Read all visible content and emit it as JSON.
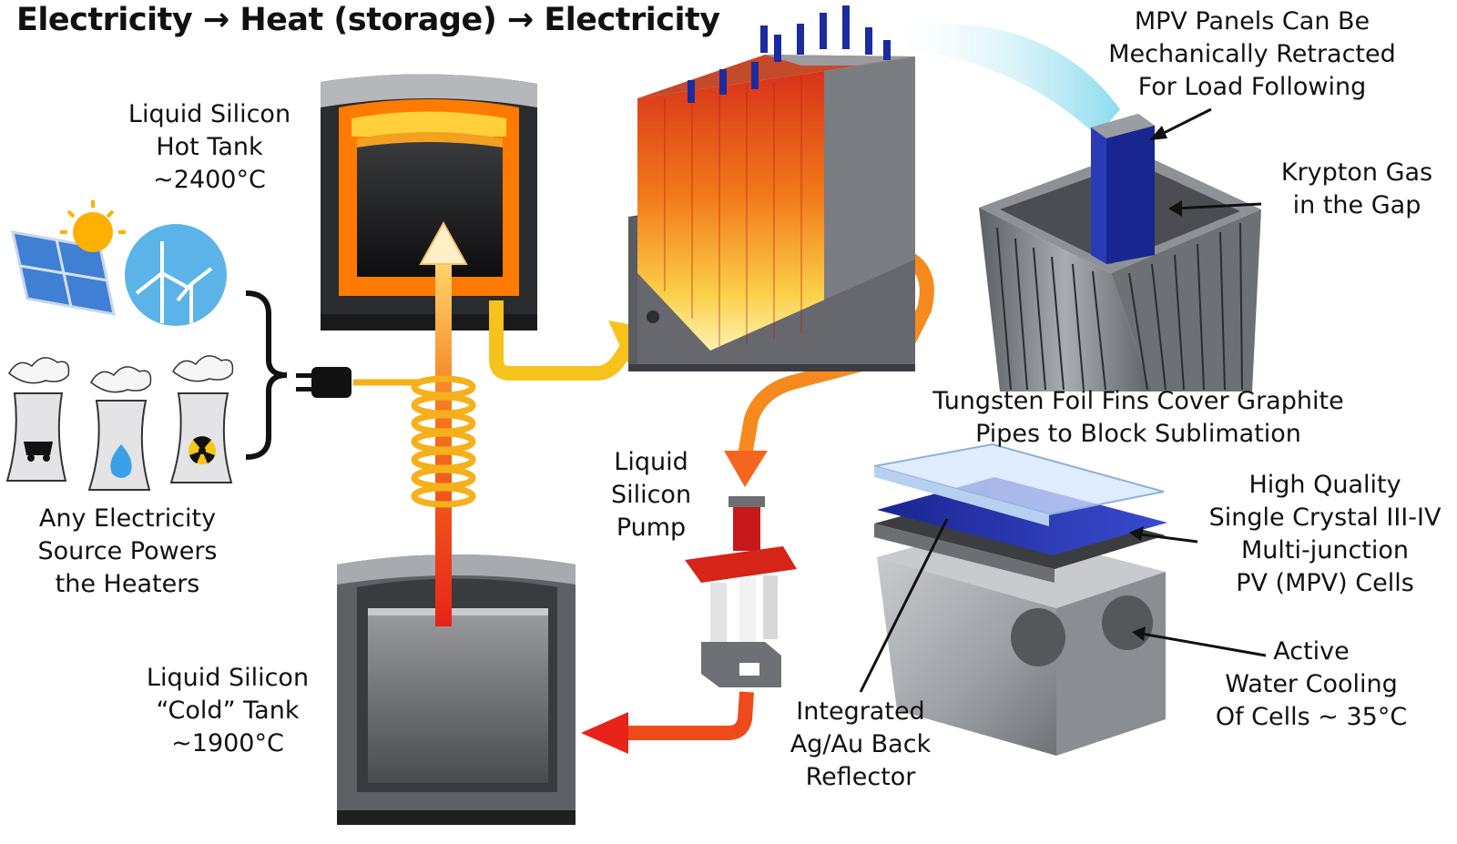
{
  "title": "Electricity → Heat (storage) → Electricity",
  "labels": {
    "hot_tank": [
      "Liquid Silicon",
      "Hot Tank",
      "~2400°C"
    ],
    "cold_tank": [
      "Liquid Silicon",
      "“Cold” Tank",
      "~1900°C"
    ],
    "source": [
      "Any Electricity",
      "Source Powers",
      "the Heaters"
    ],
    "pump": [
      "Liquid",
      "Silicon",
      "Pump"
    ],
    "mpv_retract": [
      "MPV Panels Can Be",
      "Mechanically Retracted",
      "For Load Following"
    ],
    "krypton": [
      "Krypton Gas",
      "in the Gap"
    ],
    "tungsten": [
      "Tungsten Foil Fins Cover Graphite",
      "Pipes to Block Sublimation"
    ],
    "pv_cells": [
      "High Quality",
      "Single Crystal III-IV",
      "Multi-junction",
      "PV (MPV) Cells"
    ],
    "cooling": [
      "Active",
      "Water Cooling",
      "Of Cells ~ 35°C"
    ],
    "reflector": [
      "Integrated",
      "Ag/Au Back",
      "Reflector"
    ]
  },
  "colors": {
    "hot_orange": "#ff7a00",
    "hot_red": "#e8231a",
    "pipe_yellow": "#f6c21c",
    "pipe_orange": "#f68a1e",
    "steel_gray": "#7a7d82",
    "pv_blue": "#1a2a9c"
  },
  "icons": [
    "solar-panel-icon",
    "sun-icon",
    "wind-turbine-icon",
    "coal-plant-icon",
    "gas-plant-icon",
    "nuclear-plant-icon",
    "power-plug-icon"
  ]
}
